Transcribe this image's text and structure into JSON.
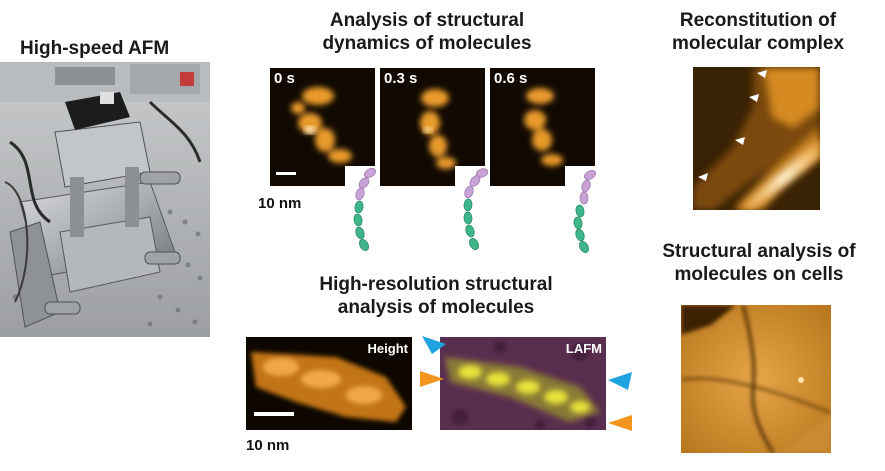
{
  "titles": {
    "hs_afm": "High-speed AFM",
    "dynamics_line1": "Analysis of structural",
    "dynamics_line2": "dynamics of molecules",
    "recon_line1": "Reconstitution of",
    "recon_line2": "molecular complex",
    "hires_line1": "High-resolution structural",
    "hires_line2": "analysis of molecules",
    "cells_line1": "Structural analysis of",
    "cells_line2": "molecules on cells"
  },
  "frames": [
    {
      "time": "0 s"
    },
    {
      "time": "0.3 s"
    },
    {
      "time": "0.6 s"
    }
  ],
  "scale_bars": {
    "dynamics": "10 nm",
    "hires": "10 nm"
  },
  "hires_panels": {
    "height_label": "Height",
    "lafm_label": "LAFM"
  },
  "colors": {
    "afm_orange": "#e89a2a",
    "lafm_yellow": "#e8e23a",
    "lafm_background": "#5a2e4f",
    "arrow_blue": "#1fa3e0",
    "arrow_orange": "#f0961e",
    "domain_purple": "#c7a3d6",
    "domain_green": "#3fb58a"
  }
}
